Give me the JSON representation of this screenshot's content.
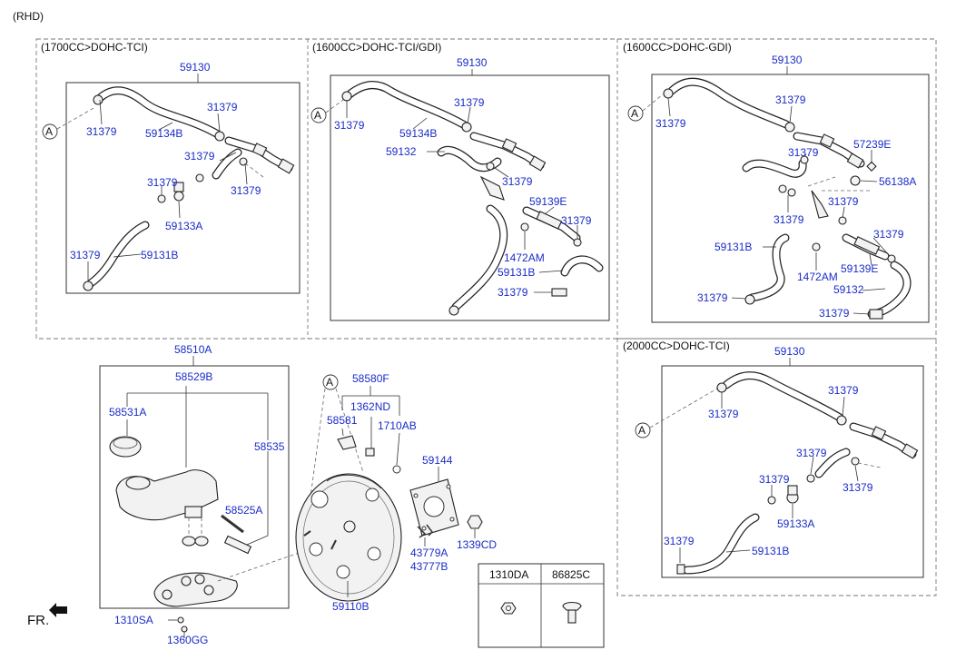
{
  "region_label": "(RHD)",
  "front_label": "FR.",
  "sections": [
    {
      "title": "(1700CC>DOHC-TCI)"
    },
    {
      "title": "(1600CC>DOHC-TCI/GDI)"
    },
    {
      "title": "(1600CC>DOHC-GDI)"
    },
    {
      "title": "(2000CC>DOHC-TCI)"
    }
  ],
  "ref_marker": "A",
  "s1": {
    "l59130": "59130",
    "l31379a": "31379",
    "l59134b": "59134B",
    "l31379b": "31379",
    "l31379c": "31379",
    "l31379d": "31379",
    "l31379e": "31379",
    "l59133a": "59133A",
    "l31379f": "31379",
    "l59131b": "59131B"
  },
  "s2": {
    "l59130": "59130",
    "l31379a": "31379",
    "l31379b": "31379",
    "l59134b": "59134B",
    "l59132": "59132",
    "l31379c": "31379",
    "l59139e": "59139E",
    "l31379d": "31379",
    "l1472am": "1472AM",
    "l59131b": "59131B",
    "l31379e": "31379"
  },
  "s3": {
    "l59130": "59130",
    "l31379a": "31379",
    "l31379b": "31379",
    "l31379c": "31379",
    "l57239e": "57239E",
    "l56138a": "56138A",
    "l31379d": "31379",
    "l31379e": "31379",
    "l59131b": "59131B",
    "l31379f": "31379",
    "l1472am": "1472AM",
    "l59139e": "59139E",
    "l59132": "59132",
    "l31379g": "31379",
    "l31379h": "31379"
  },
  "s4": {
    "l59130": "59130",
    "l31379a": "31379",
    "l31379b": "31379",
    "l31379c": "31379",
    "l31379d": "31379",
    "l31379e": "31379",
    "l59133a": "59133A",
    "l31379f": "31379",
    "l59131b": "59131B"
  },
  "master": {
    "l58510a": "58510A",
    "l58529b": "58529B",
    "l58531a": "58531A",
    "l58535": "58535",
    "l58525a": "58525A",
    "l1310sa": "1310SA",
    "l1360gg": "1360GG"
  },
  "booster": {
    "l58580f": "58580F",
    "l1362nd": "1362ND",
    "l58581": "58581",
    "l1710ab": "1710AB",
    "l59144": "59144",
    "l43779a": "43779A",
    "l43777b": "43777B",
    "l1339cd": "1339CD",
    "l59110b": "59110B"
  },
  "table": {
    "col1": "1310DA",
    "col2": "86825C"
  }
}
